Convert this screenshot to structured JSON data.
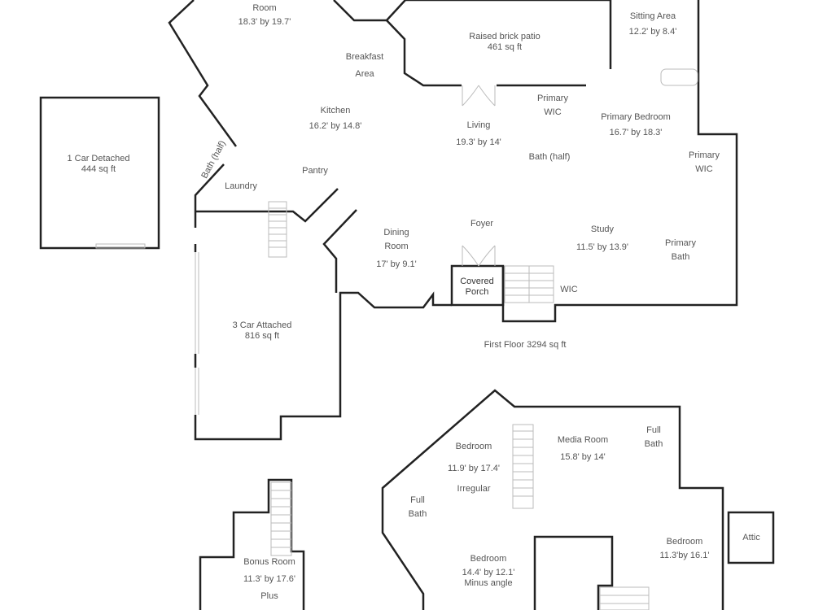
{
  "first_floor": {
    "caption": "First Floor 3294 sq ft",
    "rooms": {
      "great_room": {
        "name": "Room",
        "size": "18.3' by 19.7'"
      },
      "patio": {
        "name": "Raised brick patio",
        "size": "461 sq ft"
      },
      "sitting": {
        "name": "Sitting Area",
        "size": "12.2' by 8.4'"
      },
      "breakfast": {
        "name": "Breakfast",
        "name2": "Area"
      },
      "kitchen": {
        "name": "Kitchen",
        "size": "16.2' by 14.8'"
      },
      "primary_wic1": {
        "name": "Primary",
        "name2": "WIC"
      },
      "primary_bedroom": {
        "name": "Primary Bedroom",
        "size": "16.7' by 18.3'"
      },
      "living": {
        "name": "Living",
        "size": "19.3' by 14'"
      },
      "bath_half_1": {
        "name": "Bath (half)"
      },
      "bath_half_2": {
        "name": "Bath (half)"
      },
      "primary_wic2": {
        "name": "Primary",
        "name2": "WIC"
      },
      "laundry": {
        "name": "Laundry"
      },
      "pantry": {
        "name": "Pantry"
      },
      "foyer": {
        "name": "Foyer"
      },
      "dining": {
        "name": "Dining",
        "name2": "Room",
        "size": "17' by 9.1'"
      },
      "study": {
        "name": "Study",
        "size": "11.5' by 13.9'"
      },
      "primary_bath": {
        "name": "Primary",
        "name2": "Bath"
      },
      "covered_porch": {
        "name": "Covered",
        "name2": "Porch"
      },
      "wic": {
        "name": "WIC"
      },
      "garage_attached": {
        "name": "3 Car Attached",
        "size": "816 sq ft"
      },
      "garage_detached": {
        "name": "1 Car Detached",
        "size": "444 sq ft"
      }
    }
  },
  "second_floor": {
    "rooms": {
      "bedroom1": {
        "name": "Bedroom",
        "size": "11.9' by 17.4'",
        "note": "Irregular"
      },
      "media": {
        "name": "Media Room",
        "size": "15.8' by 14'"
      },
      "full_bath1": {
        "name": "Full",
        "name2": "Bath"
      },
      "full_bath2": {
        "name": "Full",
        "name2": "Bath"
      },
      "bedroom2": {
        "name": "Bedroom",
        "size": "14.4' by 12.1'",
        "note": "Minus angle"
      },
      "bedroom3": {
        "name": "Bedroom",
        "size": "11.3'by 16.1'"
      },
      "attic": {
        "name": "Attic"
      }
    }
  },
  "bonus": {
    "name": "Bonus Room",
    "size": "11.3' by 17.6'",
    "note": "Plus"
  }
}
